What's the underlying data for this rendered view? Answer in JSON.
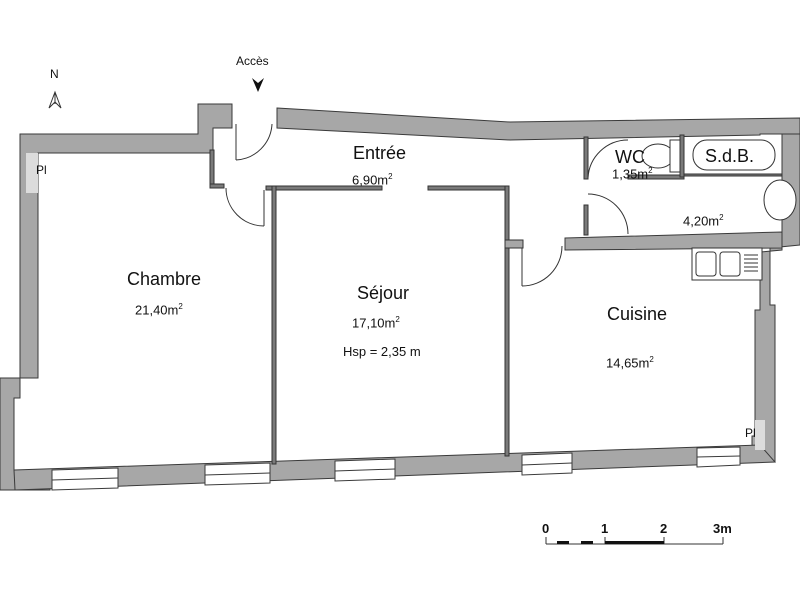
{
  "plan": {
    "north_label": "N",
    "access_label": "Accès",
    "colors": {
      "wall": "#a7a7a7",
      "wall_stroke": "#3a3a3a",
      "light_wall": "#dcdcdc",
      "background": "#ffffff"
    },
    "rooms": [
      {
        "name": "Entrée",
        "area": "6,90m",
        "sup": "2"
      },
      {
        "name": "WC",
        "area": "1,35m",
        "sup": "2"
      },
      {
        "name": "S.d.B.",
        "area": "4,20m",
        "sup": "2"
      },
      {
        "name": "Chambre",
        "area": "21,40m",
        "sup": "2"
      },
      {
        "name": "Séjour",
        "area": "17,10m",
        "sup": "2",
        "height_note": "Hsp = 2,35 m"
      },
      {
        "name": "Cuisine",
        "area": "14,65m",
        "sup": "2"
      }
    ],
    "pl_marks": [
      "Pl",
      "Pl"
    ],
    "scale": {
      "ticks": [
        "0",
        "1",
        "2",
        "3m"
      ]
    }
  }
}
